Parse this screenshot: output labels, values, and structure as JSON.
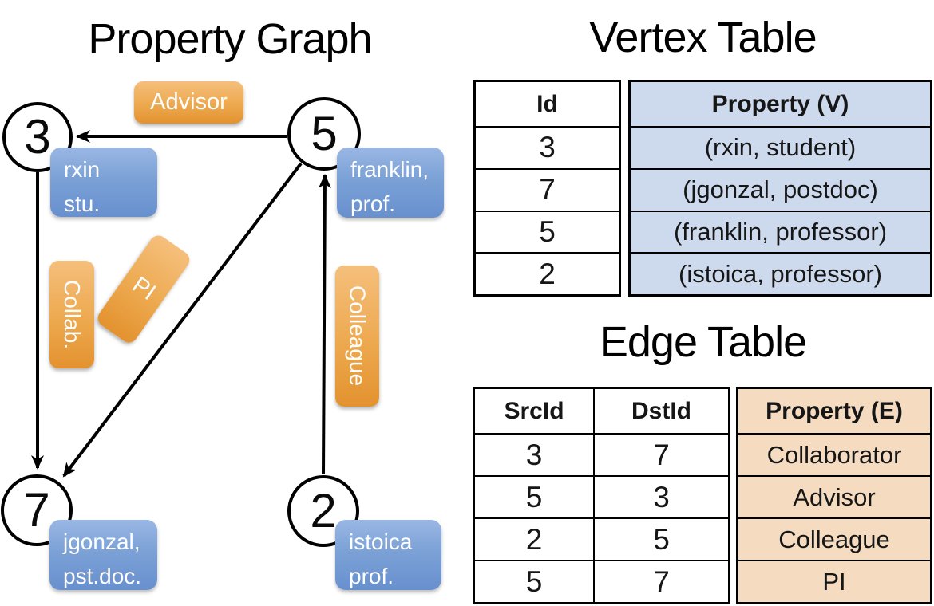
{
  "graph": {
    "title": "Property Graph",
    "nodes": [
      {
        "id": "3",
        "label": "rxin\nstu."
      },
      {
        "id": "5",
        "label": "franklin,\nprof."
      },
      {
        "id": "7",
        "label": "jgonzal,\npst.doc."
      },
      {
        "id": "2",
        "label": "istoica\nprof."
      }
    ],
    "edge_labels": {
      "advisor": "Advisor",
      "collab": "Collab.",
      "pi": "PI",
      "colleague": "Colleague"
    }
  },
  "vertex_table": {
    "title": "Vertex Table",
    "headers": {
      "id": "Id",
      "property": "Property (V)"
    },
    "rows": [
      {
        "id": "3",
        "property": "(rxin, student)"
      },
      {
        "id": "7",
        "property": "(jgonzal, postdoc)"
      },
      {
        "id": "5",
        "property": "(franklin, professor)"
      },
      {
        "id": "2",
        "property": "(istoica, professor)"
      }
    ]
  },
  "edge_table": {
    "title": "Edge Table",
    "headers": {
      "src": "SrcId",
      "dst": "DstId",
      "property": "Property (E)"
    },
    "rows": [
      {
        "src": "3",
        "dst": "7",
        "property": "Collaborator"
      },
      {
        "src": "5",
        "dst": "3",
        "property": "Advisor"
      },
      {
        "src": "2",
        "dst": "5",
        "property": "Colleague"
      },
      {
        "src": "5",
        "dst": "7",
        "property": "PI"
      }
    ]
  },
  "colors": {
    "edge_badge_orange": "#eda94f",
    "vertex_box_blue": "#7ba1d6",
    "vertex_table_fill": "#cdd9ed",
    "edge_table_fill": "#f5dcc1",
    "line_black": "#000000"
  }
}
